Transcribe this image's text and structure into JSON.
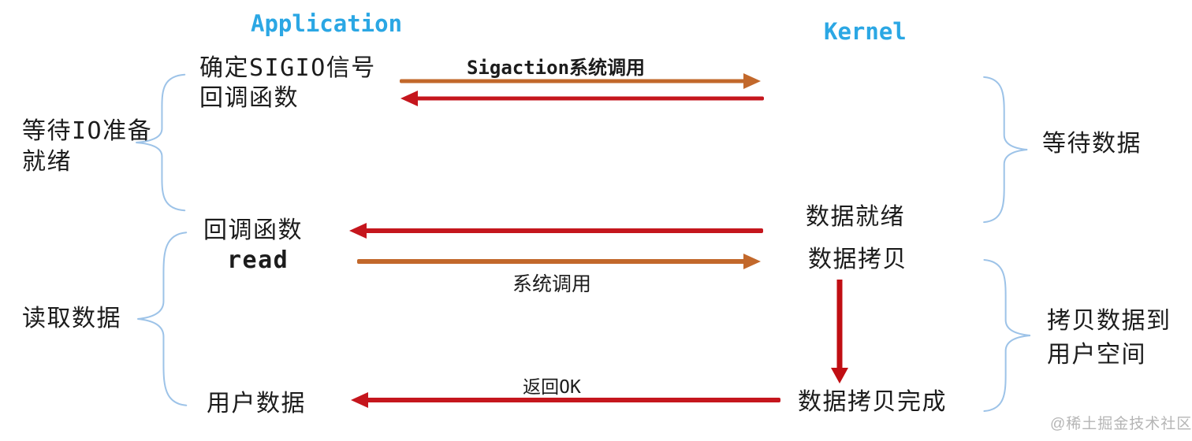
{
  "colors": {
    "accent_cyan": "#2ba7e4",
    "orange": "#c2682b",
    "red": "#c5161d",
    "dark_red": "#c00e13",
    "brace_blue": "#9dc3e8",
    "text": "#1c1c1c",
    "watermark": "#b5b5b5"
  },
  "headers": {
    "application": "Application",
    "kernel": "Kernel"
  },
  "application_steps": {
    "setup_line1": "确定SIGIO信号",
    "setup_line2": "回调函数",
    "callback_line1": "回调函数",
    "callback_line2": "read",
    "user_data": "用户数据"
  },
  "kernel_steps": {
    "data_ready": "数据就绪",
    "data_copy": "数据拷贝",
    "data_copy_done": "数据拷贝完成"
  },
  "phase_labels": {
    "wait_io_line1": "等待IO准备",
    "wait_io_line2": "就绪",
    "read_data": "读取数据",
    "wait_data": "等待数据",
    "copy_to_user_line1": "拷贝数据到",
    "copy_to_user_line2": "用户空间"
  },
  "arrow_labels": {
    "sigaction_call": "Sigaction系统调用",
    "system_call": "系统调用",
    "return_ok": "返回OK"
  },
  "watermark": "@稀土掘金技术社区"
}
